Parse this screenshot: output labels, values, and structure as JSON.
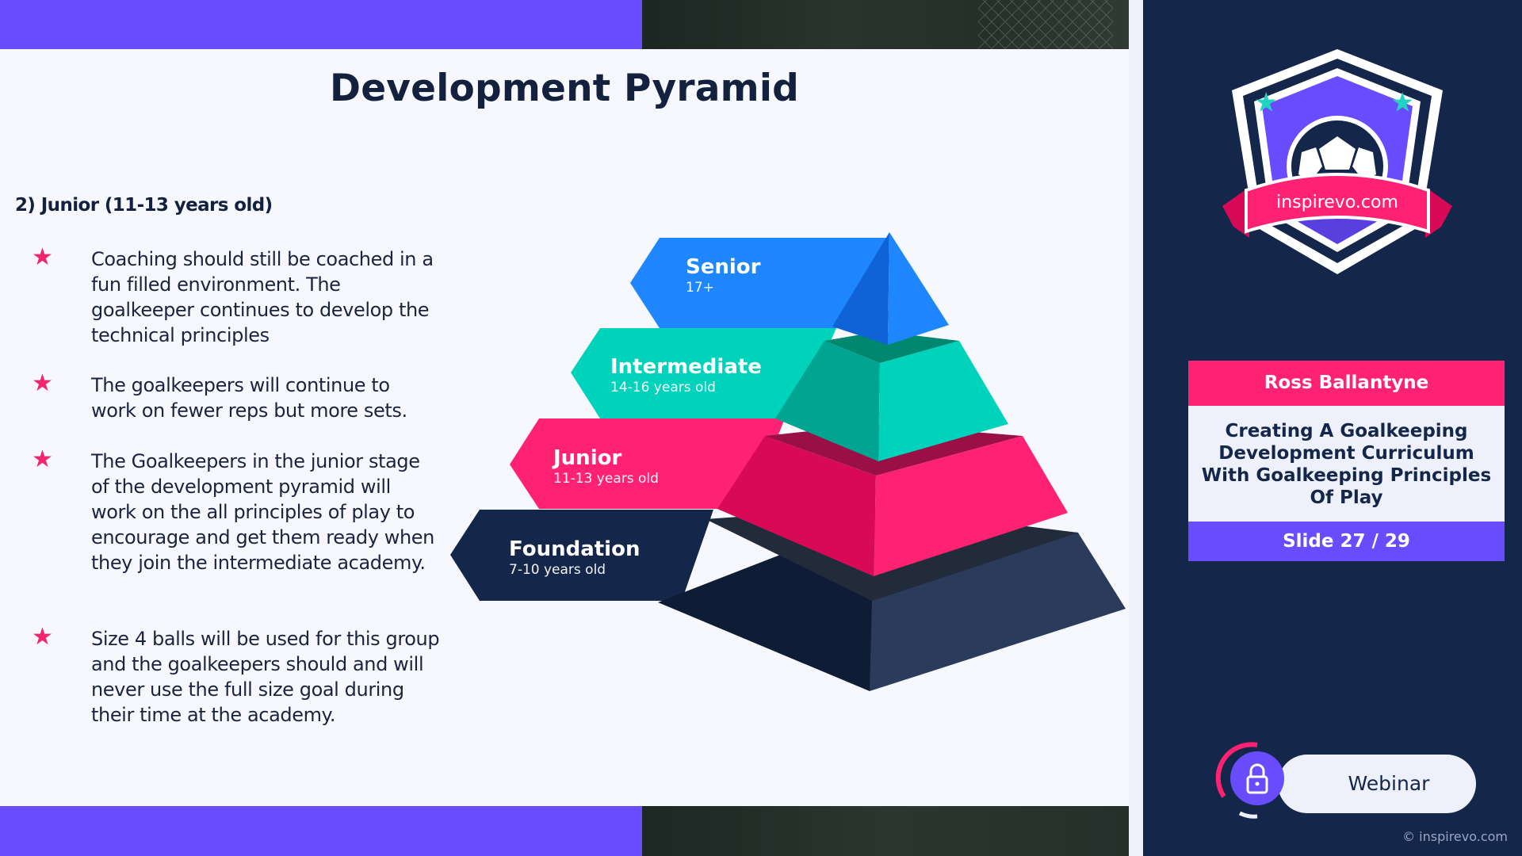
{
  "slide": {
    "title": "Development Pyramid",
    "section_heading": "2) Junior (11-13 years old)",
    "bullets": [
      "Coaching should still be coached in a fun filled environment. The goalkeeper continues to develop the technical principles",
      "The goalkeepers will continue to work on fewer reps but more sets.",
      "The Goalkeepers in the junior stage of the development pyramid will work on the all principles of play to encourage and get them ready when they join the intermediate academy.",
      "Size 4 balls will be used for this group and the goalkeepers should and will never use the full size goal during their time at the academy."
    ],
    "pyramid": [
      {
        "name": "Senior",
        "sub": "17+",
        "color": "#1e86ff"
      },
      {
        "name": "Intermediate",
        "sub": "14-16 years old",
        "color": "#00d3bb"
      },
      {
        "name": "Junior",
        "sub": "11-13 years old",
        "color": "#ff2272"
      },
      {
        "name": "Foundation",
        "sub": "7-10  years old",
        "color": "#14264a"
      }
    ]
  },
  "sidebar": {
    "logo_text": "inspirevo.com",
    "presenter": "Ross Ballantyne",
    "webinar_title": "Creating A Goalkeeping Development Curriculum With Goalkeeping Principles Of Play",
    "slide_counter": "Slide 27 / 29",
    "webinar_label": "Webinar",
    "copyright": "© inspirevo.com"
  },
  "colors": {
    "accent_purple": "#6a4cff",
    "accent_pink": "#ff2272",
    "navy": "#14264a",
    "teal": "#00d3bb",
    "blue": "#1e86ff"
  },
  "icons": [
    "star-icon",
    "lock-icon",
    "soccer-ball-icon",
    "shield-logo-icon"
  ]
}
